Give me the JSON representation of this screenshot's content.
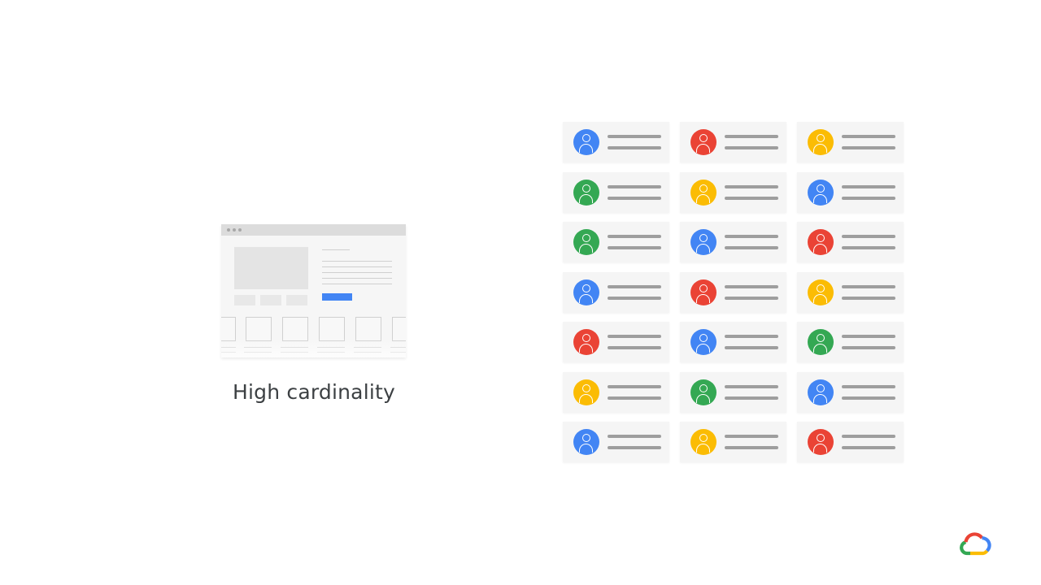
{
  "caption": "High cardinality",
  "colors": {
    "blue": "#4285f4",
    "red": "#ea4335",
    "yellow": "#fbbc04",
    "green": "#34a853",
    "text": "#3c4043"
  },
  "illustration": {
    "name": "web-page-mockup"
  },
  "user_cards": [
    [
      "blue",
      "red",
      "yellow"
    ],
    [
      "green",
      "yellow",
      "blue"
    ],
    [
      "green",
      "blue",
      "red"
    ],
    [
      "blue",
      "red",
      "yellow"
    ],
    [
      "red",
      "blue",
      "green"
    ],
    [
      "yellow",
      "green",
      "blue"
    ],
    [
      "blue",
      "yellow",
      "red"
    ]
  ],
  "logo": {
    "icon": "google-cloud-logo-icon"
  }
}
